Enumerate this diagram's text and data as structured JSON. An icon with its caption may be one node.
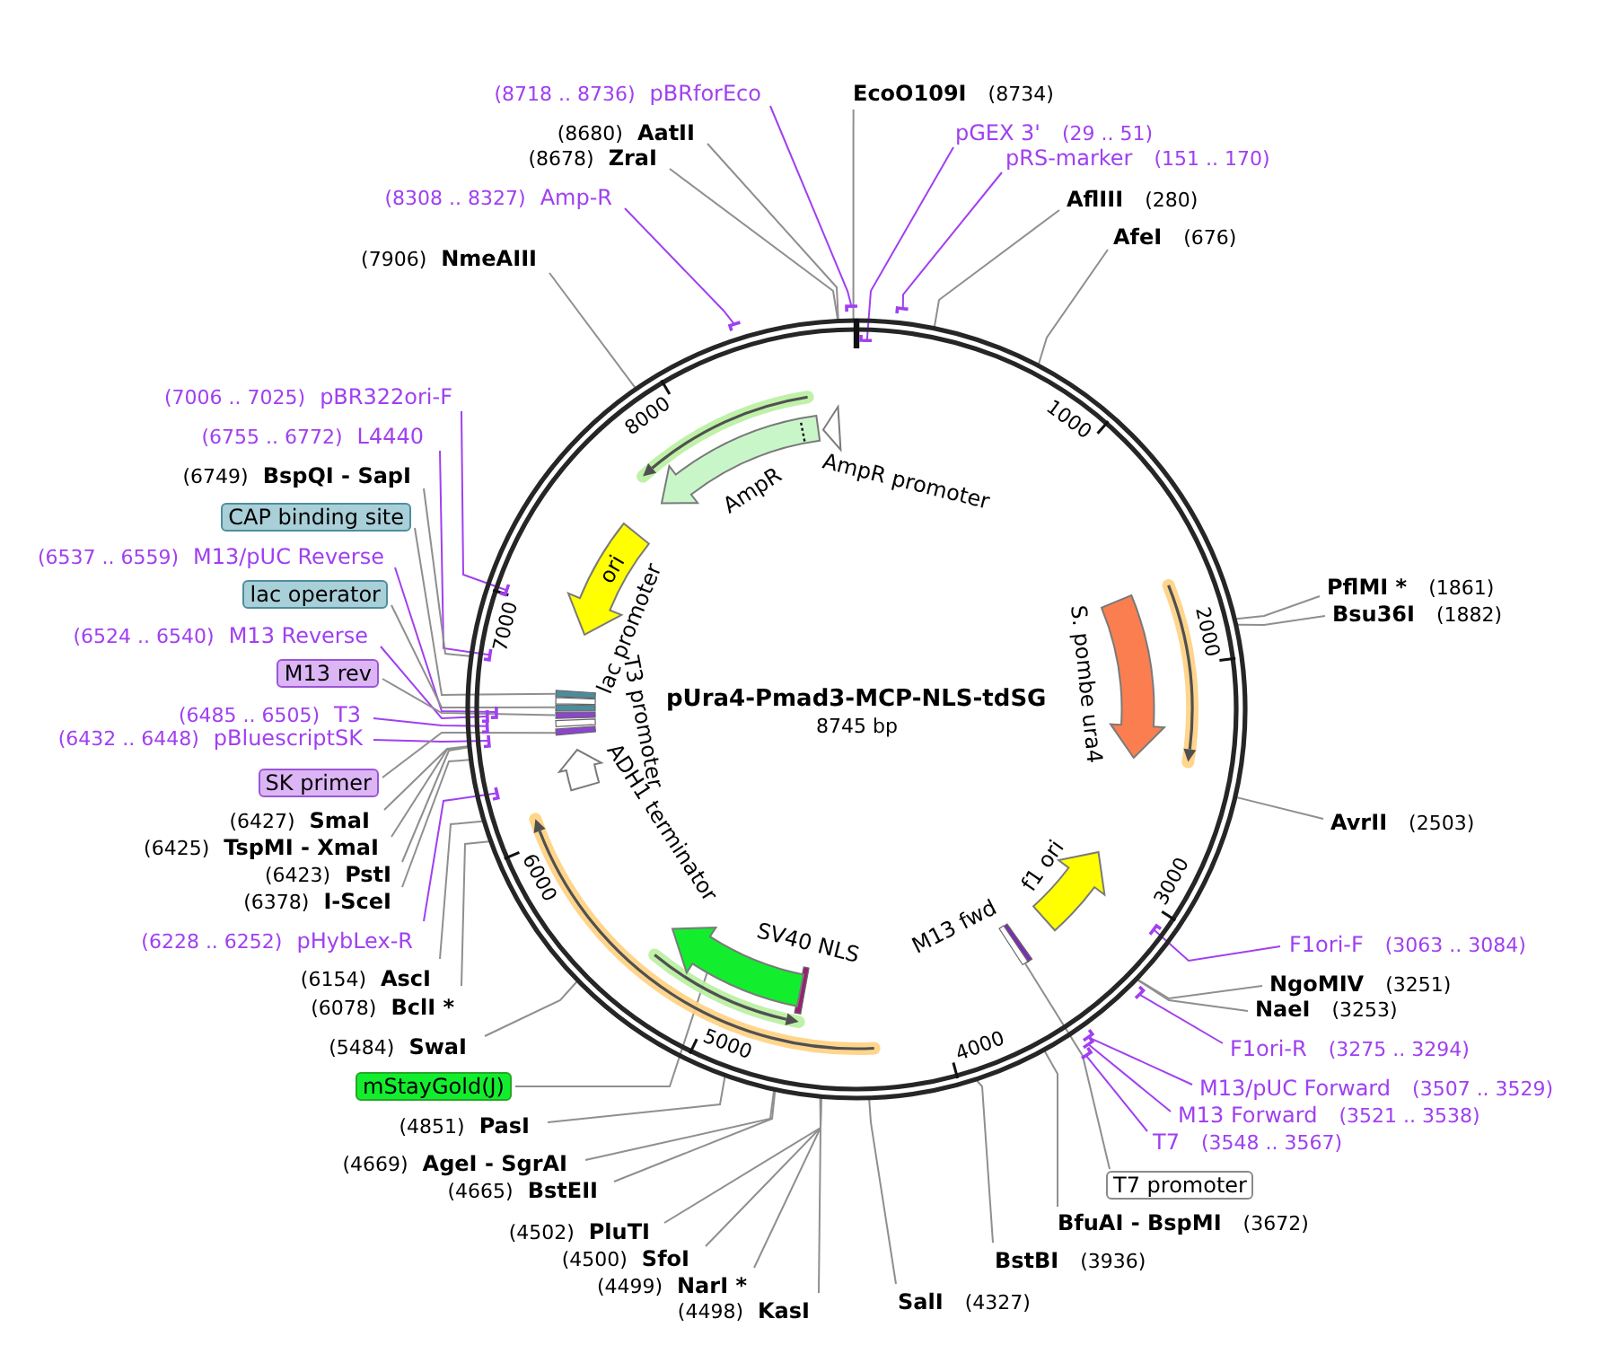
{
  "diagram": {
    "nodes": [
      {
        "text": [
          "pUra4-Pmad3-MCP-NLS-tdSG",
          "8745 bp"
        ]
      },
      {
        "text": [
          "AmpR promoter"
        ],
        "in": 0
      },
      {
        "text": [
          "AmpR"
        ],
        "in": 0
      },
      {
        "text": [
          "ori"
        ],
        "in": 0
      },
      {
        "text": [
          "lac promoter"
        ],
        "in": 0
      },
      {
        "text": [
          "T3 promoter"
        ],
        "in": 0
      },
      {
        "text": [
          "ADH1 terminator"
        ],
        "in": 0
      },
      {
        "text": [
          "S. pombe ura4"
        ],
        "in": 0
      },
      {
        "text": [
          "f1 ori"
        ],
        "in": 0
      },
      {
        "text": [
          "M13 fwd"
        ],
        "in": 0
      },
      {
        "text": [
          "SV40 NLS"
        ],
        "in": 0
      },
      {
        "text": [],
        "shape": "bar",
        "in": 0
      },
      {
        "text": [],
        "shape": "bar",
        "in": 0
      },
      {
        "text": [],
        "shape": "bar",
        "in": 0
      },
      {
        "text": [],
        "shape": "bar",
        "in": 0
      },
      {
        "text": [],
        "shape": "arrow",
        "in": 0
      },
      {
        "text": [],
        "shape": "bar",
        "in": 0
      },
      {
        "text": [
          "(8718 .. 8736)",
          "pBRforEco"
        ]
      },
      {
        "text": [
          "EcoO109I",
          "(8734)"
        ]
      },
      {
        "text": [
          "(8680)",
          "AatII"
        ]
      },
      {
        "text": [
          "pGEX 3'",
          "(29 .. 51)"
        ]
      },
      {
        "text": [
          "(8678)",
          "ZraI"
        ]
      },
      {
        "text": [
          "pRS-marker",
          "(151 .. 170)"
        ]
      },
      {
        "text": [
          "(8308 .. 8327)",
          "Amp-R"
        ]
      },
      {
        "text": [
          "AflIII",
          "(280)"
        ]
      },
      {
        "text": [
          "AfeI",
          "(676)"
        ]
      },
      {
        "text": [
          "(7906)",
          "NmeAIII"
        ]
      },
      {
        "text": [
          "(7006 .. 7025)",
          "pBR322ori-F"
        ]
      },
      {
        "text": [
          "(6755 .. 6772)",
          "L4440"
        ]
      },
      {
        "text": [
          "(6749)",
          "BspQI - SapI"
        ]
      },
      {
        "text": [
          "CAP binding site"
        ]
      },
      {
        "text": [
          "(6537 .. 6559)",
          "M13/pUC Reverse"
        ]
      },
      {
        "text": [
          "PflMI *",
          "(1861)"
        ]
      },
      {
        "text": [
          "lac operator"
        ]
      },
      {
        "text": [
          "Bsu36I",
          "(1882)"
        ]
      },
      {
        "text": [
          "(6524 .. 6540)",
          "M13 Reverse"
        ]
      },
      {
        "text": [
          "M13 rev"
        ]
      },
      {
        "text": [
          "(6485 .. 6505)",
          "T3"
        ]
      },
      {
        "text": [
          "(6432 .. 6448)",
          "pBluescriptSK"
        ]
      },
      {
        "text": [
          "SK primer"
        ]
      },
      {
        "text": [
          "(6427)",
          "SmaI"
        ]
      },
      {
        "text": [
          "AvrII",
          "(2503)"
        ]
      },
      {
        "text": [
          "(6425)",
          "TspMI - XmaI"
        ]
      },
      {
        "text": [
          "(6423)",
          "PstI"
        ]
      },
      {
        "text": [
          "(6378)",
          "I-SceI"
        ]
      },
      {
        "text": [
          "(6228 .. 6252)",
          "pHybLex-R"
        ]
      },
      {
        "text": [
          "F1ori-F",
          "(3063 .. 3084)"
        ]
      },
      {
        "text": [
          "(6154)",
          "AscI"
        ]
      },
      {
        "text": [
          "NgoMIV",
          "(3251)"
        ]
      },
      {
        "text": [
          "(6078)",
          "BclI *"
        ]
      },
      {
        "text": [
          "NaeI",
          "(3253)"
        ]
      },
      {
        "text": [
          "(5484)",
          "SwaI"
        ]
      },
      {
        "text": [
          "F1ori-R",
          "(3275 .. 3294)"
        ]
      },
      {
        "text": [
          "mStayGold(J)"
        ]
      },
      {
        "text": [
          "M13/pUC Forward",
          "(3507 .. 3529)"
        ]
      },
      {
        "text": [
          "M13 Forward",
          "(3521 .. 3538)"
        ]
      },
      {
        "text": [
          "(4851)",
          "PasI"
        ]
      },
      {
        "text": [
          "T7",
          "(3548 .. 3567)"
        ]
      },
      {
        "text": [
          "(4669)",
          "AgeI - SgrAI"
        ]
      },
      {
        "text": [
          "T7 promoter"
        ]
      },
      {
        "text": [
          "(4665)",
          "BstEII"
        ]
      },
      {
        "text": [
          "BfuAI - BspMI",
          "(3672)"
        ]
      },
      {
        "text": [
          "(4502)",
          "PluTI"
        ]
      },
      {
        "text": [
          "(4500)",
          "SfoI"
        ]
      },
      {
        "text": [
          "BstBI",
          "(3936)"
        ]
      },
      {
        "text": [
          "(4499)",
          "NarI *"
        ]
      },
      {
        "text": [
          "SalI",
          "(4327)"
        ]
      },
      {
        "text": [
          "(4498)",
          "KasI"
        ]
      },
      {
        "text": [],
        "shape": "bar",
        "in": 0
      },
      {
        "text": [],
        "shape": "bar"
      },
      {
        "text": [],
        "shape": "bar",
        "in": 0
      },
      {
        "text": [],
        "shape": "bar",
        "in": 0
      },
      {
        "text": [],
        "shape": "bar",
        "in": 0
      },
      {
        "text": [],
        "shape": "bar",
        "in": 0
      },
      {
        "text": [],
        "shape": "bar",
        "in": 0
      },
      {
        "text": [],
        "shape": "bar",
        "in": 0
      },
      {
        "text": [],
        "shape": "bar",
        "in": 0
      },
      {
        "text": [],
        "shape": "bar",
        "in": 0
      },
      {
        "text": [],
        "shape": "bar",
        "in": 0
      },
      {
        "text": [],
        "shape": "bar",
        "in": 0
      },
      {
        "text": [],
        "shape": "bar",
        "in": 0
      },
      {
        "text": [],
        "shape": "bar",
        "in": 0
      },
      {
        "text": [],
        "shape": "bar",
        "in": 0
      },
      {
        "text": [],
        "shape": "bar"
      }
    ],
    "edges": [
      {
        "from": 17,
        "to": 69,
        "arrow": "none",
        "color": "#a040f0"
      },
      {
        "from": 18,
        "to": 0,
        "arrow": "none"
      },
      {
        "from": 19,
        "to": 0,
        "arrow": "none"
      },
      {
        "from": 20,
        "to": 68,
        "arrow": "none",
        "color": "#a040f0"
      },
      {
        "from": 21,
        "to": 0,
        "arrow": "none"
      },
      {
        "from": 22,
        "to": 83,
        "arrow": "none",
        "color": "#a040f0"
      },
      {
        "from": 23,
        "to": 82,
        "arrow": "none",
        "color": "#a040f0"
      },
      {
        "from": 24,
        "to": 0,
        "arrow": "none"
      },
      {
        "from": 25,
        "to": 0,
        "arrow": "none"
      },
      {
        "from": 26,
        "to": 0,
        "arrow": "none"
      },
      {
        "from": 27,
        "to": 81,
        "arrow": "none",
        "color": "#a040f0"
      },
      {
        "from": 28,
        "to": 80,
        "arrow": "none",
        "color": "#a040f0"
      },
      {
        "from": 29,
        "to": 0,
        "arrow": "none"
      },
      {
        "from": 30,
        "to": 11,
        "arrow": "none"
      },
      {
        "from": 31,
        "to": 79,
        "arrow": "none",
        "color": "#a040f0"
      },
      {
        "from": 32,
        "to": 0,
        "arrow": "none"
      },
      {
        "from": 33,
        "to": 12,
        "arrow": "none"
      },
      {
        "from": 34,
        "to": 0,
        "arrow": "none"
      },
      {
        "from": 35,
        "to": 78,
        "arrow": "none",
        "color": "#a040f0"
      },
      {
        "from": 36,
        "to": 13,
        "arrow": "none"
      },
      {
        "from": 37,
        "to": 77,
        "arrow": "none",
        "color": "#a040f0"
      },
      {
        "from": 38,
        "to": 76,
        "arrow": "none",
        "color": "#a040f0"
      },
      {
        "from": 39,
        "to": 14,
        "arrow": "none"
      },
      {
        "from": 40,
        "to": 0,
        "arrow": "none"
      },
      {
        "from": 41,
        "to": 0,
        "arrow": "none"
      },
      {
        "from": 42,
        "to": 0,
        "arrow": "none"
      },
      {
        "from": 43,
        "to": 0,
        "arrow": "none"
      },
      {
        "from": 44,
        "to": 0,
        "arrow": "none"
      },
      {
        "from": 45,
        "to": 75,
        "arrow": "none",
        "color": "#a040f0"
      },
      {
        "from": 46,
        "to": 70,
        "arrow": "none",
        "color": "#a040f0"
      },
      {
        "from": 47,
        "to": 0,
        "arrow": "none"
      },
      {
        "from": 48,
        "to": 0,
        "arrow": "none"
      },
      {
        "from": 49,
        "to": 0,
        "arrow": "none"
      },
      {
        "from": 50,
        "to": 0,
        "arrow": "none"
      },
      {
        "from": 51,
        "to": 0,
        "arrow": "none"
      },
      {
        "from": 52,
        "to": 71,
        "arrow": "none",
        "color": "#a040f0"
      },
      {
        "from": 53,
        "to": 15,
        "arrow": "none"
      },
      {
        "from": 54,
        "to": 72,
        "arrow": "none",
        "color": "#a040f0"
      },
      {
        "from": 55,
        "to": 73,
        "arrow": "none",
        "color": "#a040f0"
      },
      {
        "from": 56,
        "to": 0,
        "arrow": "none"
      },
      {
        "from": 57,
        "to": 74,
        "arrow": "none",
        "color": "#a040f0"
      },
      {
        "from": 58,
        "to": 0,
        "arrow": "none"
      },
      {
        "from": 59,
        "to": 16,
        "arrow": "none"
      },
      {
        "from": 60,
        "to": 0,
        "arrow": "none"
      },
      {
        "from": 61,
        "to": 0,
        "arrow": "none"
      },
      {
        "from": 62,
        "to": 0,
        "arrow": "none"
      },
      {
        "from": 63,
        "to": 0,
        "arrow": "none"
      },
      {
        "from": 64,
        "to": 0,
        "arrow": "none"
      },
      {
        "from": 65,
        "to": 0,
        "arrow": "none"
      },
      {
        "from": 66,
        "to": 0,
        "arrow": "none"
      },
      {
        "from": 67,
        "to": 0,
        "arrow": "none"
      }
    ],
    "labels": [
      "1000",
      "2000",
      "3000",
      "4000",
      "5000",
      "6000",
      "7000",
      "8000"
    ]
  }
}
